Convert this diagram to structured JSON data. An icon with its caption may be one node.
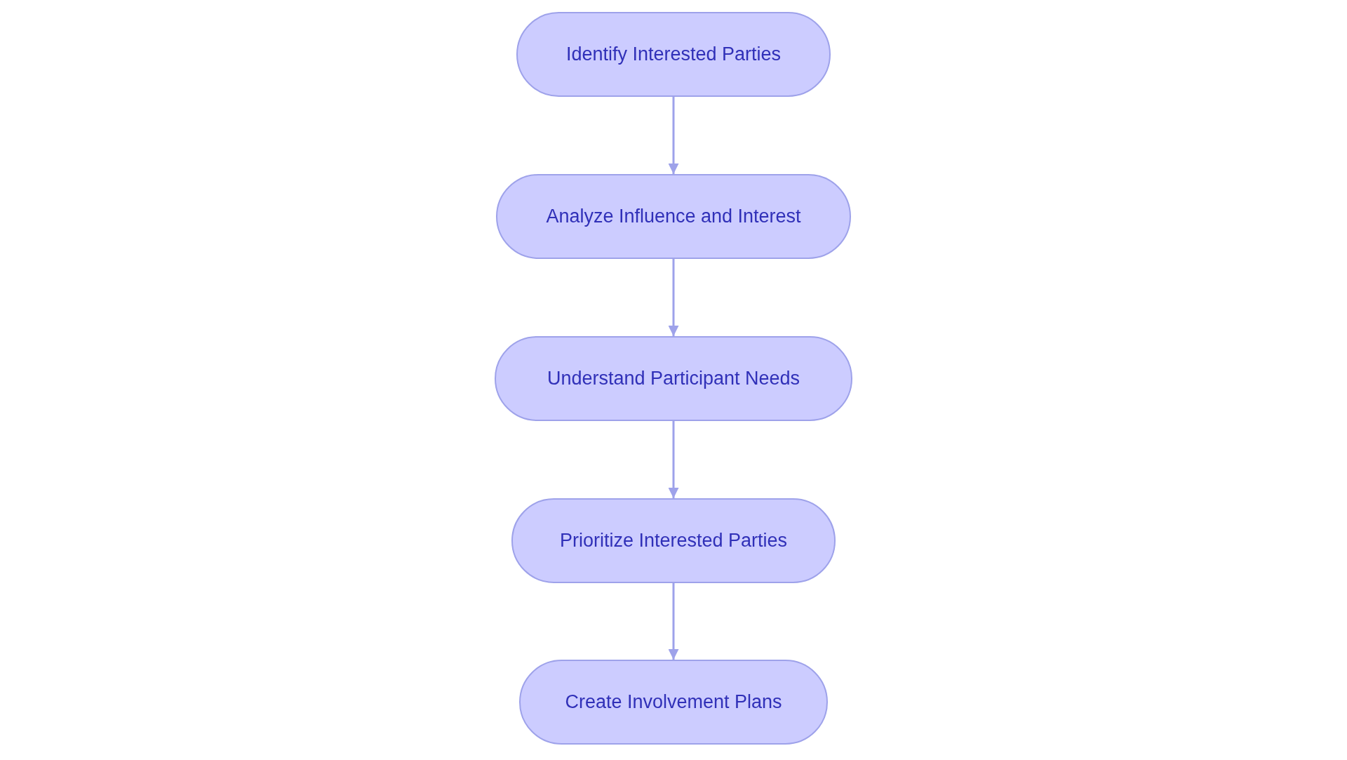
{
  "diagram": {
    "nodes": [
      {
        "text": [
          "Identify Interested Parties"
        ]
      },
      {
        "text": [
          "Analyze Influence and Interest"
        ]
      },
      {
        "text": [
          "Understand Participant Needs"
        ]
      },
      {
        "text": [
          "Prioritize Interested Parties"
        ]
      },
      {
        "text": [
          "Create Involvement Plans"
        ]
      }
    ],
    "edges": [
      {
        "from": 0,
        "to": 1,
        "arrow": "to"
      },
      {
        "from": 1,
        "to": 2,
        "arrow": "to"
      },
      {
        "from": 2,
        "to": 3,
        "arrow": "to"
      },
      {
        "from": 3,
        "to": 4,
        "arrow": "to"
      }
    ]
  }
}
